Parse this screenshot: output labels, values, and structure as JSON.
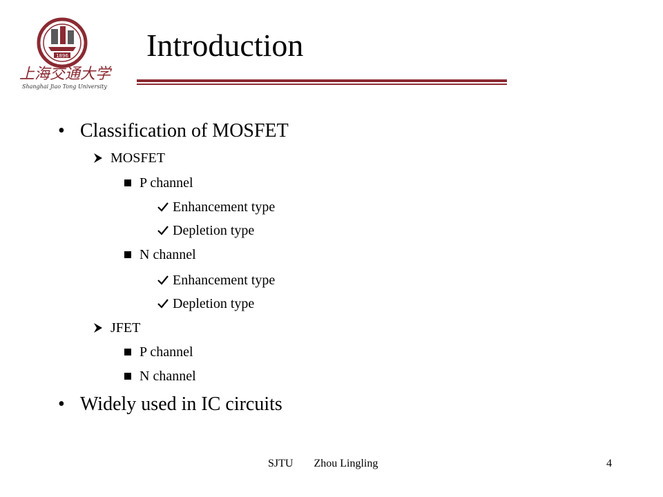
{
  "slide": {
    "title": "Introduction",
    "bullets": [
      {
        "level": 1,
        "marker": "bullet",
        "text": "Classification of MOSFET"
      },
      {
        "level": 2,
        "marker": "arrow-icon",
        "text": "MOSFET"
      },
      {
        "level": 3,
        "marker": "square-icon",
        "text": "P channel"
      },
      {
        "level": 4,
        "marker": "check-icon",
        "text": "Enhancement type"
      },
      {
        "level": 4,
        "marker": "check-icon",
        "text": "Depletion type"
      },
      {
        "level": 3,
        "marker": "square-icon",
        "text": "N channel"
      },
      {
        "level": 4,
        "marker": "check-icon",
        "text": "Enhancement type"
      },
      {
        "level": 4,
        "marker": "check-icon",
        "text": "Depletion type"
      },
      {
        "level": 2,
        "marker": "arrow-icon",
        "text": "JFET"
      },
      {
        "level": 3,
        "marker": "square-icon",
        "text": "P channel"
      },
      {
        "level": 3,
        "marker": "square-icon",
        "text": "N channel"
      },
      {
        "level": 1,
        "marker": "bullet",
        "text": "Widely used in IC circuits"
      }
    ]
  },
  "footer": {
    "org": "SJTU",
    "author": "Zhou Lingling",
    "page_number": "4"
  },
  "logo": {
    "icon": "university-seal-icon",
    "seal_year": "1896",
    "cn_text": "上海交通大学",
    "en_text": "Shanghai Jiao Tong University"
  },
  "colors": {
    "accent": "#8b2a32",
    "text": "#000000",
    "background": "#ffffff"
  }
}
